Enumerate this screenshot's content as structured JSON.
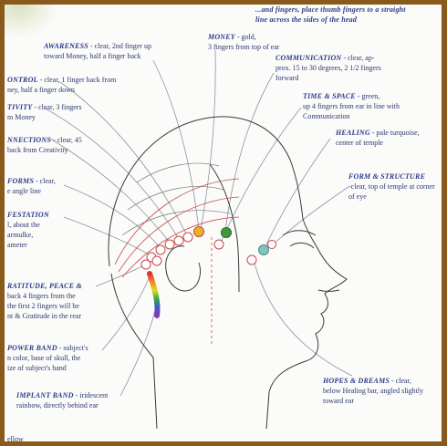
{
  "colors": {
    "frame": "#8a5a1c",
    "label_title": "#2a3a88",
    "label_text": "#2b3870",
    "money_point": "#e8b420",
    "time_space_point": "#3e9a3a",
    "healing_point": "#7fc2c0",
    "guide_lines": "#c8484a"
  },
  "labels": {
    "head_note_1": "...and fingers, place thumb fingers to a straight",
    "head_note_2": "line across the sides of the head",
    "awareness": {
      "title": "AWARENESS",
      "text1": " - clear, 2nd finger up",
      "text2": "toward Money, half a finger back"
    },
    "money": {
      "title": "MONEY",
      "text1": " - gold,",
      "text2": "3 fingers from top of ear"
    },
    "communication": {
      "title": "COMMUNICATION",
      "text1": " - clear, ap-",
      "text2": "prox. 15 to 30 degrees, 2 1/2 fingers",
      "text3": "forward"
    },
    "control": {
      "title": "ONTROL",
      "text1": " - clear, 1 finger back from",
      "text2": "ney, half a finger down"
    },
    "time_space": {
      "title": "TIME & SPACE",
      "text1": " - green,",
      "text2": "up 4 fingers from ear in line with",
      "text3": "Communication"
    },
    "creativity": {
      "title": "TIVITY",
      "text1": " - clear, 3 fingers",
      "text2": "m Money"
    },
    "healing": {
      "title": "HEALING",
      "text1": " - pale turquoise,",
      "text2": "center of temple"
    },
    "connections": {
      "title": "NNECTIONS",
      "text1": " - clear, 45",
      "text2": "back from Creativity"
    },
    "form_structure": {
      "title": "FORM & STRUCTURE",
      "text1": "-clear, top of temple at corner",
      "text2": "of eye"
    },
    "forms": {
      "title": "FORMS",
      "text1": " - clear,",
      "text2": "e angle line"
    },
    "manifestation": {
      "title": "FESTATION",
      "text1": "l, about the",
      "text2": "armulke,",
      "text3": "ameter"
    },
    "gratitude": {
      "title": "RATITUDE, PEACE &",
      "text1": "back 4 fingers from the",
      "text2": "the first 2 fingers will be",
      "text3": "nt & Gratitude in the rear"
    },
    "power_band": {
      "title": "POWER BAND",
      "text1": " - subject's",
      "text2": "n color, base of skull, the",
      "text3": "ize of subject's hand"
    },
    "implant_band": {
      "title": "IMPLANT BAND",
      "text1": " - iridescent",
      "text2": "rainbow, directly behind ear"
    },
    "hopes_dreams": {
      "title": "HOPES & DREAMS",
      "text1": " - clear,",
      "text2": "below Healing bar, angled slightly",
      "text3": "toward ear"
    },
    "yellow": "ellow"
  }
}
